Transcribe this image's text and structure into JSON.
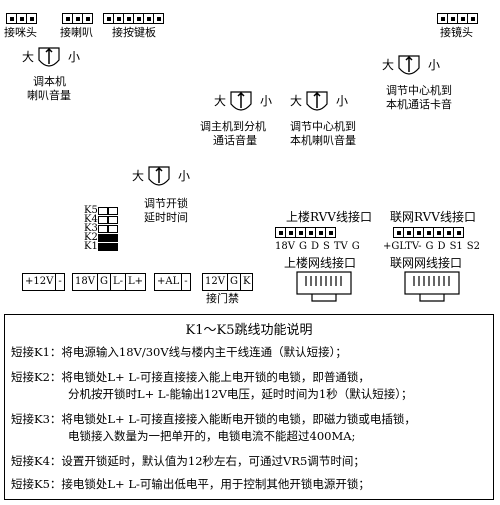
{
  "connectors": {
    "mic": "接咪头",
    "speaker": "接喇叭",
    "keypad": "接按键板",
    "camera": "接镜头"
  },
  "pots": {
    "big": "大",
    "small": "小",
    "speaker_volume": [
      "调本机",
      "喇叭音量"
    ],
    "host_to_ext": [
      "调主机到分机",
      "通话音量"
    ],
    "center_to_local_speaker": [
      "调节中心机到",
      "本机喇叭音量"
    ],
    "center_to_local_lag": [
      "调节中心机到",
      "本机通话卡音"
    ],
    "unlock_delay": [
      "调节开锁",
      "延时时间"
    ]
  },
  "jumpers": [
    "K5",
    "K4",
    "K3",
    "K2",
    "K1"
  ],
  "rvv_upper": {
    "title": "上楼RVV线接口",
    "pins": [
      "18V",
      "G",
      "D",
      "S",
      "TV",
      "G"
    ],
    "net": "上楼网线接口"
  },
  "rvv_net": {
    "title": "联网RVV线接口",
    "pins": [
      "+GLTV-",
      "G",
      "D",
      "S1",
      "S2"
    ],
    "net": "联网网线接口"
  },
  "terminals": {
    "power": [
      "+12V",
      "-"
    ],
    "lock": [
      "18V",
      "G",
      "L-",
      "L+"
    ],
    "alarm": [
      "+AL",
      "-"
    ],
    "door": [
      "12V",
      "G",
      "K"
    ],
    "door_label": "接门禁"
  },
  "description": {
    "title": "K1～K5跳线功能说明",
    "k1": "短接K1：将电源输入18V/30V线与楼内主干线连通（默认短接）；",
    "k2_a": "短接K2：将电锁处L+ L-可接直接接入能上电开锁的电锁，即普通锁，",
    "k2_b": "分机按开锁时L+ L-能输出12V电压，延时时间为1秒（默认短接）；",
    "k3_a": "短接K3：将电锁处L+ L-可接直接接入能断电开锁的电锁，即磁力锁或电插锁，",
    "k3_b": "电锁接入数量为一把单开的，电锁电流不能超过400MA;",
    "k4": "短接K4：设置开锁延时，默认值为12秒左右，可通过VR5调节时间；",
    "k5": "短接K5：接电锁处L+ L-可输出低电平，用于控制其他开锁电源开锁；"
  }
}
